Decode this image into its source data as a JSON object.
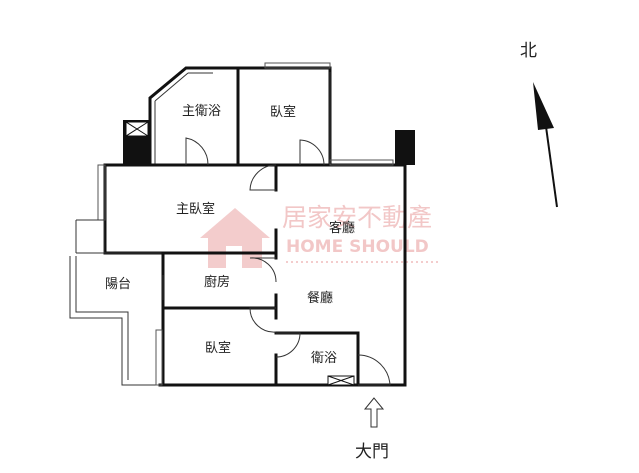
{
  "compass": {
    "label": "北"
  },
  "rooms": {
    "master_bath": "主衛浴",
    "bedroom_top": "臥室",
    "master_bedroom": "主臥室",
    "living_room": "客廳",
    "balcony": "陽台",
    "kitchen": "廚房",
    "dining_room": "餐廳",
    "bedroom_bottom": "臥室",
    "bathroom": "衛浴"
  },
  "entrance": {
    "label": "大門"
  },
  "watermark": {
    "cn": "居家安不動產",
    "en": "HOME SHOULD"
  },
  "colors": {
    "wall": "#111111",
    "watermark": "#e89a9a"
  }
}
